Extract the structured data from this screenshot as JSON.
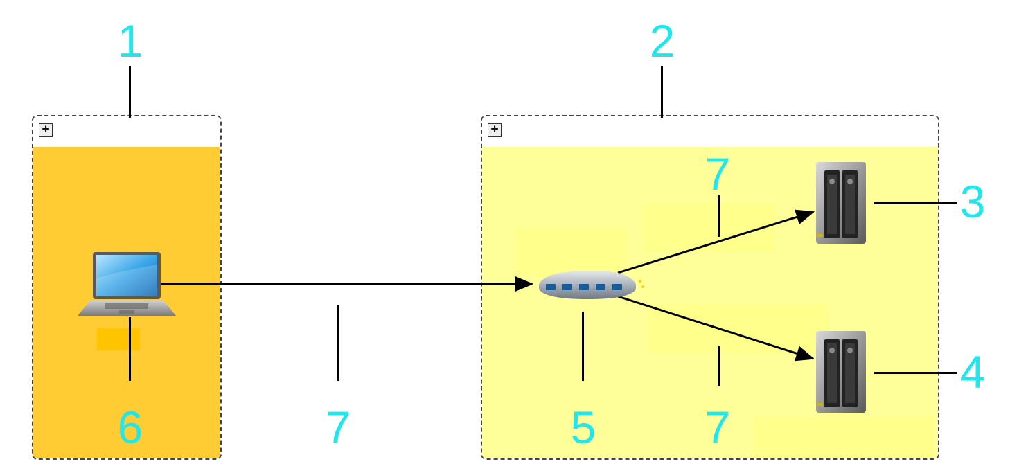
{
  "diagram": {
    "zones": [
      {
        "id": "zone-1",
        "callout": "1",
        "expand_symbol": "+",
        "fill": "#ffcc33"
      },
      {
        "id": "zone-2",
        "callout": "2",
        "expand_symbol": "+",
        "fill": "#ffff99"
      }
    ],
    "devices": [
      {
        "id": "laptop",
        "icon": "laptop-icon",
        "callout": "6"
      },
      {
        "id": "switch",
        "icon": "network-switch-icon",
        "callout": "5"
      },
      {
        "id": "nas-1",
        "icon": "nas-server-icon",
        "callout": "3"
      },
      {
        "id": "nas-2",
        "icon": "nas-server-icon",
        "callout": "4"
      }
    ],
    "links": [
      {
        "from": "laptop",
        "to": "switch",
        "callout": "7"
      },
      {
        "from": "switch",
        "to": "nas-1",
        "callout": "7"
      },
      {
        "from": "switch",
        "to": "nas-2",
        "callout": "7"
      }
    ],
    "colors": {
      "callout": "#1ee7ee",
      "leader": "#000000",
      "arrow": "#000000"
    }
  }
}
